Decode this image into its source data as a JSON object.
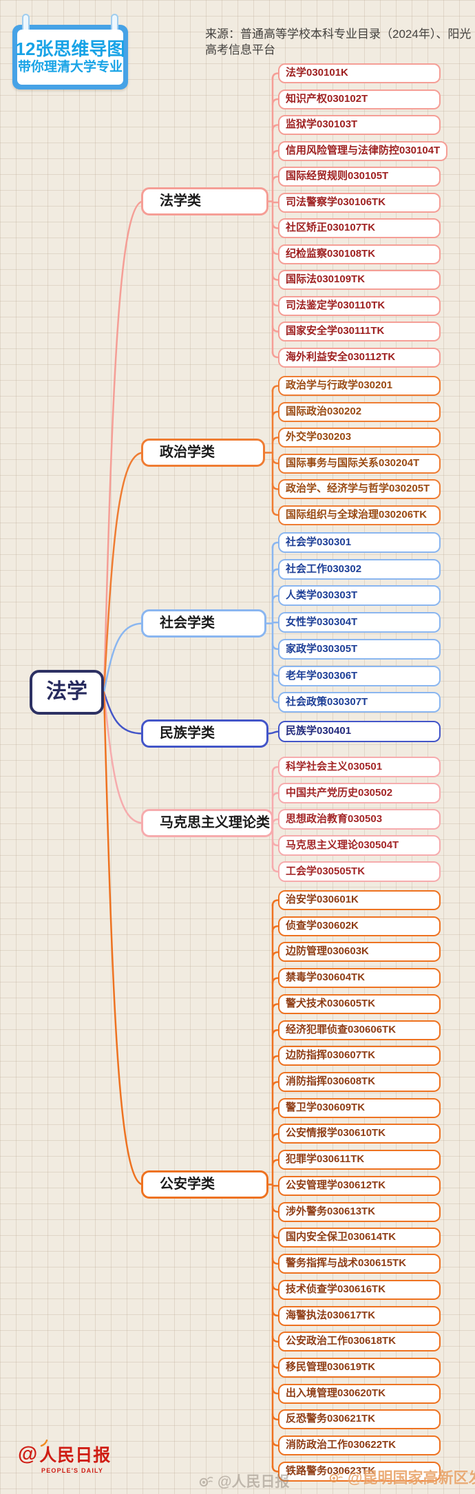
{
  "header": {
    "badge_line1": "12张思维导图",
    "badge_line2": "带你理清大学专业",
    "source_text": "来源：普通高等学校本科专业目录（2024年）、阳光高考信息平台",
    "badge_color": "#46a2e6",
    "badge_text_color": "#18a3e6"
  },
  "root": {
    "label": "法学",
    "border_color": "#2d3163",
    "text_color": "#272b5e"
  },
  "tree": {
    "branches": [
      {
        "label": "法学类",
        "line_color": "#f59e96",
        "text_color": "#9e2020",
        "leaves": [
          "法学030101K",
          "知识产权030102T",
          "监狱学030103T",
          "信用风险管理与法律防控030104T",
          "国际经贸规则030105T",
          "司法警察学030106TK",
          "社区矫正030107TK",
          "纪检监察030108TK",
          "国际法030109TK",
          "司法鉴定学030110TK",
          "国家安全学030111TK",
          "海外利益安全030112TK"
        ]
      },
      {
        "label": "政治学类",
        "line_color": "#ef7c32",
        "text_color": "#9a4a12",
        "leaves": [
          "政治学与行政学030201",
          "国际政治030202",
          "外交学030203",
          "国际事务与国际关系030204T",
          "政治学、经济学与哲学030205T",
          "国际组织与全球治理030206TK"
        ]
      },
      {
        "label": "社会学类",
        "line_color": "#8ab6f0",
        "text_color": "#1d3f97",
        "leaves": [
          "社会学030301",
          "社会工作030302",
          "人类学030303T",
          "女性学030304T",
          "家政学030305T",
          "老年学030306T",
          "社会政策030307T"
        ]
      },
      {
        "label": "民族学类",
        "line_color": "#4355c8",
        "text_color": "#232a7c",
        "leaves": [
          "民族学030401"
        ]
      },
      {
        "label": "马克思主义理论类",
        "line_color": "#f6abad",
        "text_color": "#a32627",
        "leaves": [
          "科学社会主义030501",
          "中国共产党历史030502",
          "思想政治教育030503",
          "马克思主义理论030504T",
          "工会学030505TK"
        ]
      },
      {
        "label": "公安学类",
        "line_color": "#ee7220",
        "text_color": "#8f3d15",
        "leaves": [
          "治安学030601K",
          "侦查学030602K",
          "边防管理030603K",
          "禁毒学030604TK",
          "警犬技术030605TK",
          "经济犯罪侦查030606TK",
          "边防指挥030607TK",
          "消防指挥030608TK",
          "警卫学030609TK",
          "公安情报学030610TK",
          "犯罪学030611TK",
          "公安管理学030612TK",
          "涉外警务030613TK",
          "国内安全保卫030614TK",
          "警务指挥与战术030615TK",
          "技术侦查学030616TK",
          "海警执法030617TK",
          "公安政治工作030618TK",
          "移民管理030619TK",
          "出入境管理030620TK",
          "反恐警务030621TK",
          "消防政治工作030622TK",
          "铁路警务030623TK"
        ]
      }
    ]
  },
  "footer": {
    "logo_at": "@",
    "logo_text": "人民日报",
    "logo_subtext": "PEOPLE'S DAILY",
    "logo_color": "#cf1d14",
    "watermark_left": "@人民日报",
    "watermark_right": "@昆明国家高新区发布"
  }
}
